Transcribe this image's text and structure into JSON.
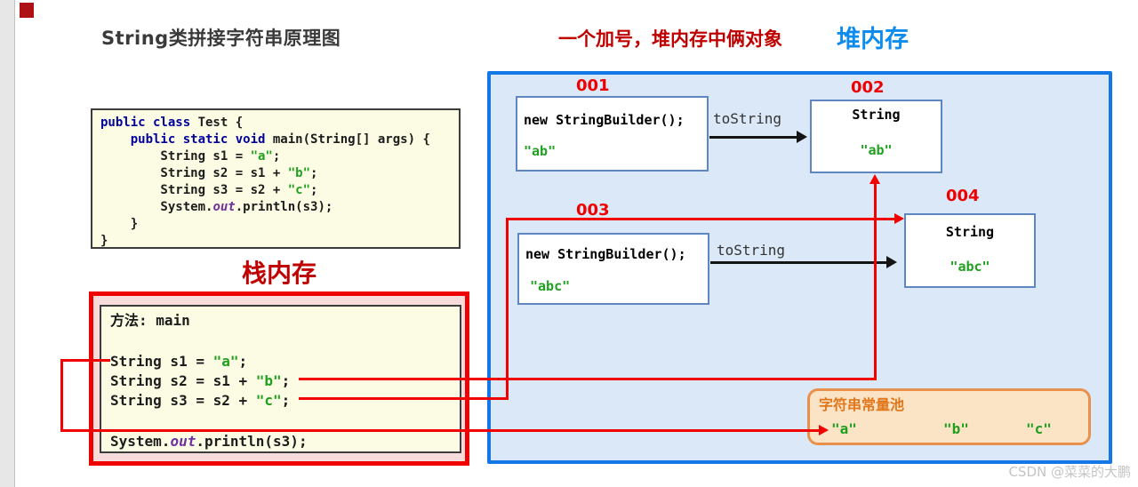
{
  "page": {
    "title": "String类拼接字符串原理图",
    "heading_red": "一个加号，堆内存中俩对象",
    "heap_label": "堆内存",
    "stack_label": "栈内存",
    "watermark": "CSDN @菜菜的大鹏"
  },
  "colors": {
    "accent_red": "#c00000",
    "line_red": "#f20000",
    "heap_blue_border": "#1377e5",
    "heap_blue_fill": "#dbe8f7",
    "heap_label_blue": "#0e8cee",
    "code_bg_yellow": "#fcfce4",
    "stack_pink_fill": "#f8dcdc",
    "string_green": "#1fa01f",
    "keyword_blue": "#00009b",
    "out_purple": "#7030a0",
    "pool_orange_border": "#e8914c",
    "pool_orange_fill": "#fbe3c6",
    "pool_orange_text": "#e2761b"
  },
  "code_block": {
    "lines": [
      [
        [
          "kw",
          "public class "
        ],
        [
          "plain",
          "Test {"
        ]
      ],
      [
        [
          "plain",
          "    "
        ],
        [
          "kw",
          "public static void "
        ],
        [
          "plain",
          "main(String[] args) {"
        ]
      ],
      [
        [
          "plain",
          "        String s1 = "
        ],
        [
          "str",
          "\"a\""
        ],
        [
          "plain",
          ";"
        ]
      ],
      [
        [
          "plain",
          "        String s2 = s1 + "
        ],
        [
          "str",
          "\"b\""
        ],
        [
          "plain",
          ";"
        ]
      ],
      [
        [
          "plain",
          "        String s3 = s2 + "
        ],
        [
          "str",
          "\"c\""
        ],
        [
          "plain",
          ";"
        ]
      ],
      [
        [
          "plain",
          "        System."
        ],
        [
          "out",
          "out"
        ],
        [
          "plain",
          ".println(s3);"
        ]
      ],
      [
        [
          "plain",
          "    }"
        ]
      ],
      [
        [
          "plain",
          "}"
        ]
      ]
    ]
  },
  "stack": {
    "method_line": "方法: main",
    "lines": [
      [
        [
          "plain",
          "String s1 = "
        ],
        [
          "str",
          "\"a\""
        ],
        [
          "plain",
          ";"
        ]
      ],
      [
        [
          "plain",
          "String s2 = s1 + "
        ],
        [
          "str",
          "\"b\""
        ],
        [
          "plain",
          ";"
        ]
      ],
      [
        [
          "plain",
          "String s3 = s2 + "
        ],
        [
          "str",
          "\"c\""
        ],
        [
          "plain",
          ";"
        ]
      ],
      [
        [
          "plain",
          "System."
        ],
        [
          "out",
          "out"
        ],
        [
          "plain",
          ".println(s3);"
        ]
      ]
    ]
  },
  "heap": {
    "obj001": {
      "label": "001",
      "code": "new StringBuilder();",
      "value": "\"ab\""
    },
    "obj002": {
      "label": "002",
      "type": "String",
      "value": "\"ab\""
    },
    "obj003": {
      "label": "003",
      "code": "new StringBuilder();",
      "value": "\"abc\""
    },
    "obj004": {
      "label": "004",
      "type": "String",
      "value": "\"abc\""
    },
    "tostring_arrow_1": "toString",
    "tostring_arrow_2": "toString",
    "pool": {
      "title": "字符串常量池",
      "items": [
        "\"a\"",
        "\"b\"",
        "\"c\""
      ]
    }
  }
}
